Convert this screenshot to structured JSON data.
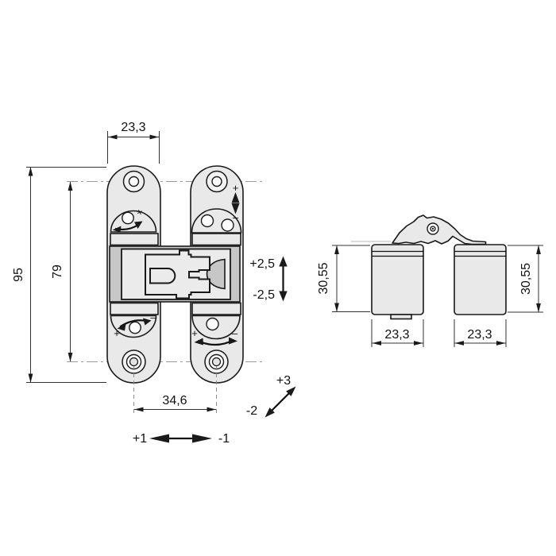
{
  "colors": {
    "background": "#ffffff",
    "line": "#1a1a1a",
    "fill_light": "#e9e9e9",
    "fill_dark": "#c7c7c7",
    "centerline": "#9a9a9a"
  },
  "front_view": {
    "dim_width_top": "23,3",
    "dim_height_total": "95",
    "dim_hole_pitch_vertical": "79",
    "dim_hole_pitch_horizontal": "34,6",
    "adj_vertical_plus": "+2,5",
    "adj_vertical_minus": "-2,5",
    "adj_depth_plus": "+3",
    "adj_depth_minus": "-2",
    "adj_lateral_plus": "+1",
    "adj_lateral_minus": "-1",
    "sign_plus": "+",
    "sign_minus": "–"
  },
  "side_view": {
    "dim_height_left": "30,55",
    "dim_height_right": "30,55",
    "dim_width_left": "23,3",
    "dim_width_right": "23,3"
  }
}
